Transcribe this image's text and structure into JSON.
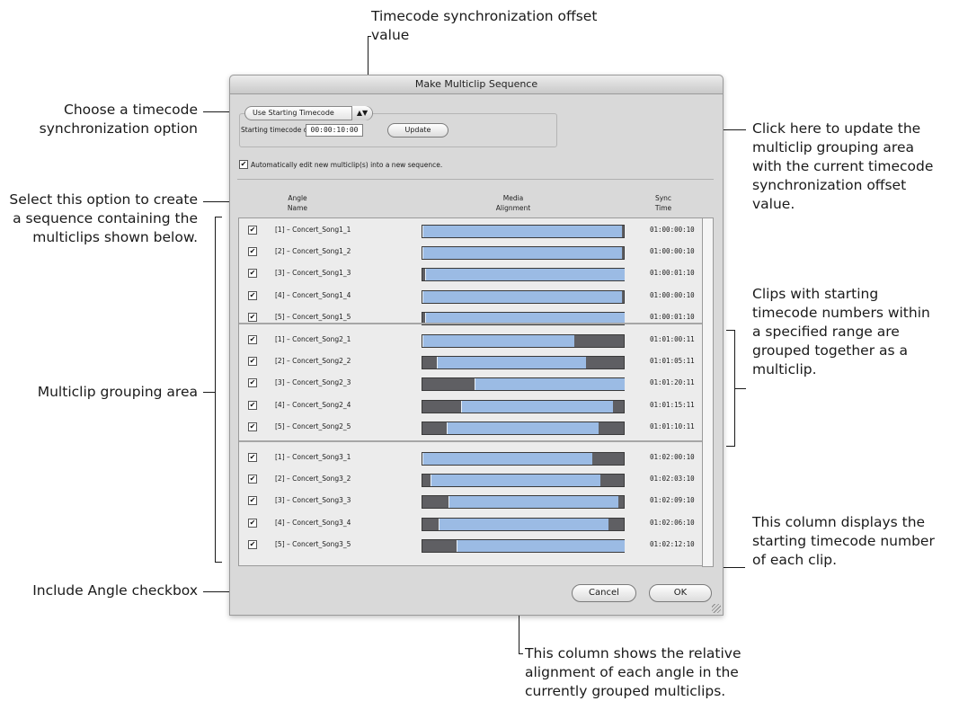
{
  "dialog": {
    "title": "Make Multiclip Sequence",
    "sync_option": "Use Starting Timecode",
    "delta_label": "Starting timecode delta:",
    "delta_value": "00:00:10:00",
    "update_button": "Update",
    "auto_edit_label": "Automatically edit new multiclip(s) into a new sequence.",
    "col_angle": "Angle",
    "col_name": "Name",
    "col_media": "Media",
    "col_alignment": "Alignment",
    "col_sync": "Sync",
    "col_time": "Time",
    "cancel_button": "Cancel",
    "ok_button": "OK"
  },
  "groups": [
    [
      {
        "name": "[1] – Concert_Song1_1",
        "sync": "01:00:00:10",
        "start": 0.0,
        "end": 0.985
      },
      {
        "name": "[2] – Concert_Song1_2",
        "sync": "01:00:00:10",
        "start": 0.0,
        "end": 0.985
      },
      {
        "name": "[3] – Concert_Song1_3",
        "sync": "01:00:01:10",
        "start": 0.015,
        "end": 1.0
      },
      {
        "name": "[4] – Concert_Song1_4",
        "sync": "01:00:00:10",
        "start": 0.0,
        "end": 0.985
      },
      {
        "name": "[5] – Concert_Song1_5",
        "sync": "01:00:01:10",
        "start": 0.015,
        "end": 1.0
      }
    ],
    [
      {
        "name": "[1] – Concert_Song2_1",
        "sync": "01:01:00:11",
        "start": 0.0,
        "end": 0.75
      },
      {
        "name": "[2] – Concert_Song2_2",
        "sync": "01:01:05:11",
        "start": 0.07,
        "end": 0.81
      },
      {
        "name": "[3] – Concert_Song2_3",
        "sync": "01:01:20:11",
        "start": 0.26,
        "end": 1.0
      },
      {
        "name": "[4] – Concert_Song2_4",
        "sync": "01:01:15:11",
        "start": 0.19,
        "end": 0.94
      },
      {
        "name": "[5] – Concert_Song2_5",
        "sync": "01:01:10:11",
        "start": 0.12,
        "end": 0.87
      }
    ],
    [
      {
        "name": "[1] – Concert_Song3_1",
        "sync": "01:02:00:10",
        "start": 0.0,
        "end": 0.84
      },
      {
        "name": "[2] – Concert_Song3_2",
        "sync": "01:02:03:10",
        "start": 0.04,
        "end": 0.88
      },
      {
        "name": "[3] – Concert_Song3_3",
        "sync": "01:02:09:10",
        "start": 0.13,
        "end": 0.97
      },
      {
        "name": "[4] – Concert_Song3_4",
        "sync": "01:02:06:10",
        "start": 0.08,
        "end": 0.92
      },
      {
        "name": "[5] – Concert_Song3_5",
        "sync": "01:02:12:10",
        "start": 0.17,
        "end": 1.0
      }
    ]
  ],
  "callouts": {
    "offset_value": "Timecode synchronization offset value",
    "choose_option": "Choose a timecode synchronization option",
    "select_option": "Select this option to create a sequence containing the multiclips shown below.",
    "grouping_area": "Multiclip grouping area",
    "include_angle": "Include Angle checkbox",
    "update_here": "Click here to update the multiclip grouping area with the current timecode synchronization offset value.",
    "clips_range": "Clips with starting timecode numbers within a specified range are grouped together as a multiclip.",
    "sync_column": "This column displays the starting timecode number of each clip.",
    "alignment_column": "This column shows the relative alignment of each angle in the currently grouped multiclips."
  },
  "colors": {
    "clip_fill": "#9bbbe4",
    "track": "#5f5f63",
    "dialog_bg": "#d9d9d9"
  }
}
